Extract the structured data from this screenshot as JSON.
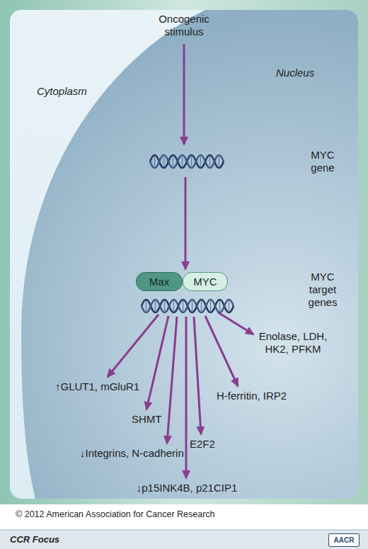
{
  "diagram": {
    "nodes": [
      {
        "text": [
          "Cytoplasm"
        ]
      },
      {
        "text": [
          "Nucleus"
        ],
        "in": 0
      },
      {
        "text": [
          "Max"
        ],
        "in": 1
      },
      {
        "text": [
          "MYC"
        ],
        "in": 1
      }
    ],
    "labels": [
      "Oncogenic stimulus",
      "MYC gene",
      "MYC target genes",
      "↑GLUT1, mGluR1",
      "SHMT",
      "↓Integrins, N-cadherin",
      "↓p15INK4B, p21CIP1",
      "E2F2",
      "H-ferritin, IRP2",
      "Enolase, LDH, HK2, PFKM",
      "© 2012 American Association for Cancer Research",
      "CCR Focus",
      "AACR"
    ]
  }
}
